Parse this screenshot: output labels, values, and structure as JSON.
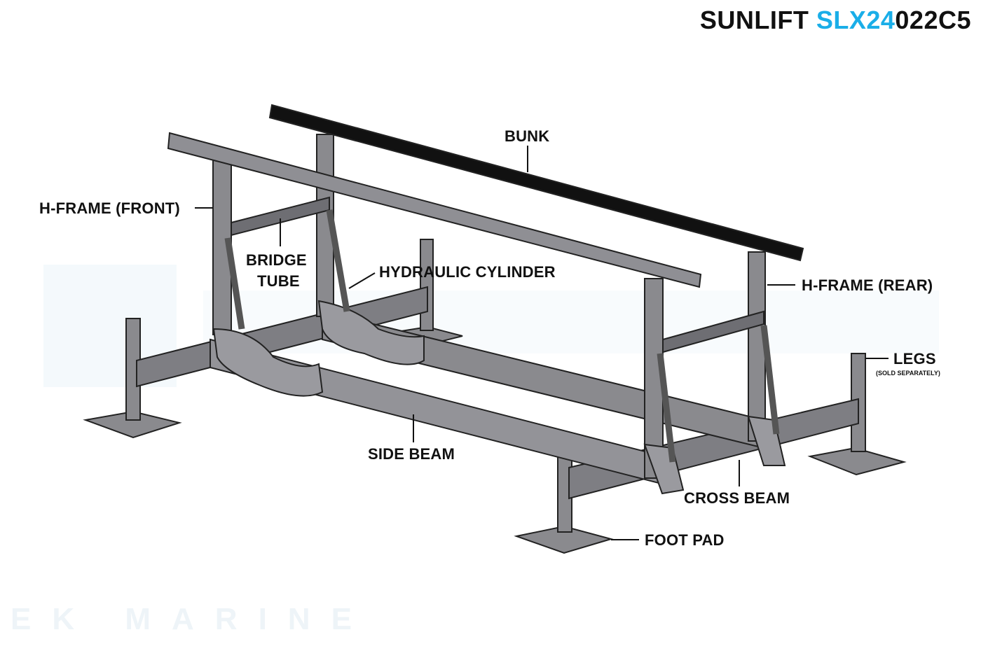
{
  "title": {
    "brand": "SUNLIFT",
    "model_accent": "SLX24",
    "model_rest": "022C5",
    "accent_color": "#1aaee8"
  },
  "watermark": {
    "logo": "EK",
    "text": "MARINE"
  },
  "labels": {
    "bunk": "BUNK",
    "h_frame_front": "H-FRAME (FRONT)",
    "bridge_tube_1": "BRIDGE",
    "bridge_tube_2": "TUBE",
    "hydraulic_cylinder": "HYDRAULIC CYLINDER",
    "h_frame_rear": "H-FRAME (REAR)",
    "legs": "LEGS",
    "legs_note": "(SOLD SEPARATELY)",
    "side_beam": "SIDE BEAM",
    "cross_beam": "CROSS BEAM",
    "foot_pad": "FOOT PAD"
  }
}
